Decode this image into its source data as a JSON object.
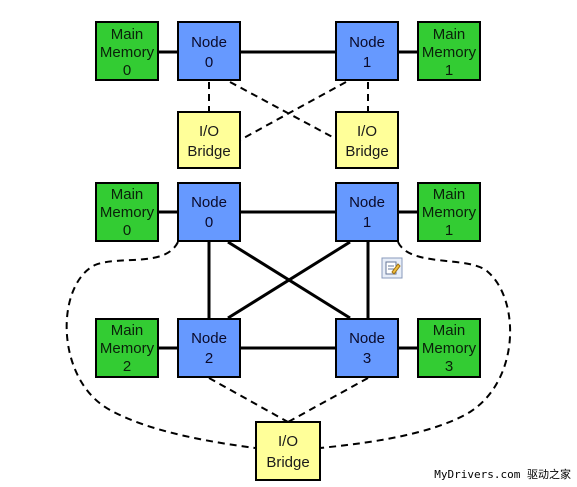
{
  "labels": {
    "main_memory_line1": "Main",
    "main_memory_line2": "Memory",
    "node_word": "Node",
    "io_line1": "I/O",
    "io_line2": "Bridge"
  },
  "top_topology": {
    "memories": [
      "0",
      "1"
    ],
    "nodes": [
      "0",
      "1"
    ]
  },
  "bottom_topology": {
    "memories": [
      "0",
      "1",
      "2",
      "3"
    ],
    "nodes": [
      "0",
      "1",
      "2",
      "3"
    ]
  },
  "colors": {
    "node_fill": "#6699ff",
    "memory_fill": "#33cc33",
    "bridge_fill": "#ffff99",
    "border": "#000000"
  },
  "icons": {
    "note": "note-icon"
  },
  "watermark": "MyDrivers.com 驱动之家"
}
